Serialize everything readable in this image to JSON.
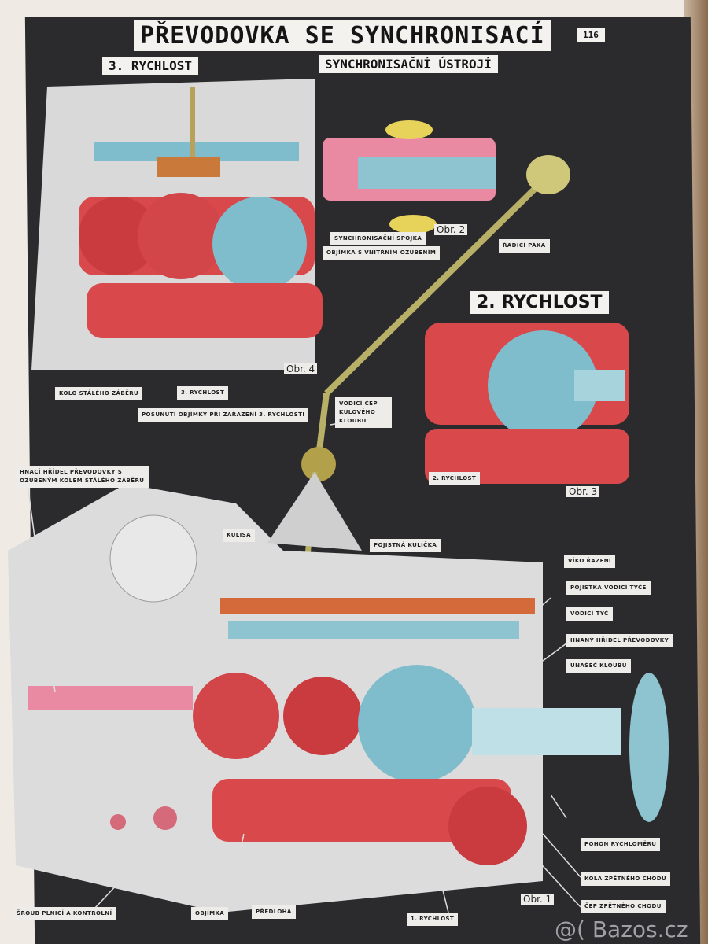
{
  "poster": {
    "title": "PŘEVODOVKA SE SYNCHRONISACÍ",
    "sheet_number": "116",
    "section_third_gear": "3. RYCHLOST",
    "section_synchro": "SYNCHRONISAČNÍ ÚSTROJÍ",
    "section_second_gear": "2. RYCHLOST"
  },
  "figures": {
    "obr1": "Obr. 1",
    "obr2": "Obr. 2",
    "obr3": "Obr. 3",
    "obr4": "Obr. 4"
  },
  "labels": {
    "synchro_clutch": "SYNCHRONISAČNÍ SPOJKA",
    "sleeve_internal": "OBJÍMKA S VNITŘNÍM OZUBENÍM",
    "shift_lever": "ŘADICÍ PÁKA",
    "constant_mesh_gear": "KOLO STÁLÉHO ZÁBĚRU",
    "third_gear": "3. RYCHLOST",
    "sleeve_shift": "POSUNUTÍ OBJÍMKY PŘI ZAŘAZENÍ 3. RYCHLOSTI",
    "guide_pin": "VODICÍ ČEP KULOVÉHO KLOUBU",
    "second_gear_small": "2. RYCHLOST",
    "input_shaft": "HNACÍ HŘÍDEL PŘEVODOVKY S OZUBENÝM KOLEM STÁLÉHO ZÁBĚRU",
    "gate": "KULISA",
    "detent_ball": "POJISTNÁ KULIČKA",
    "shift_cover": "VÍKO ŘAZENÍ",
    "guide_rod_lock": "POJISTKA VODICÍ TYČE",
    "guide_rod": "VODICÍ TYČ",
    "output_shaft": "HNANÝ HŘÍDEL PŘEVODOVKY",
    "joint_flange": "UNAŠEČ KLOUBU",
    "speedo_drive": "POHON RYCHLOMĚRU",
    "reverse_gears": "KOLA ZPĚTNÉHO CHODU",
    "reverse_pin": "ČEP ZPĚTNÉHO CHODU",
    "filler_screw": "ŠROUB PLNICÍ A KONTROLNÍ",
    "sleeve": "OBJÍMKA",
    "countershaft": "PŘEDLOHA",
    "first_gear": "1. RYCHLOST"
  },
  "watermark": "@( Bazos.cz"
}
